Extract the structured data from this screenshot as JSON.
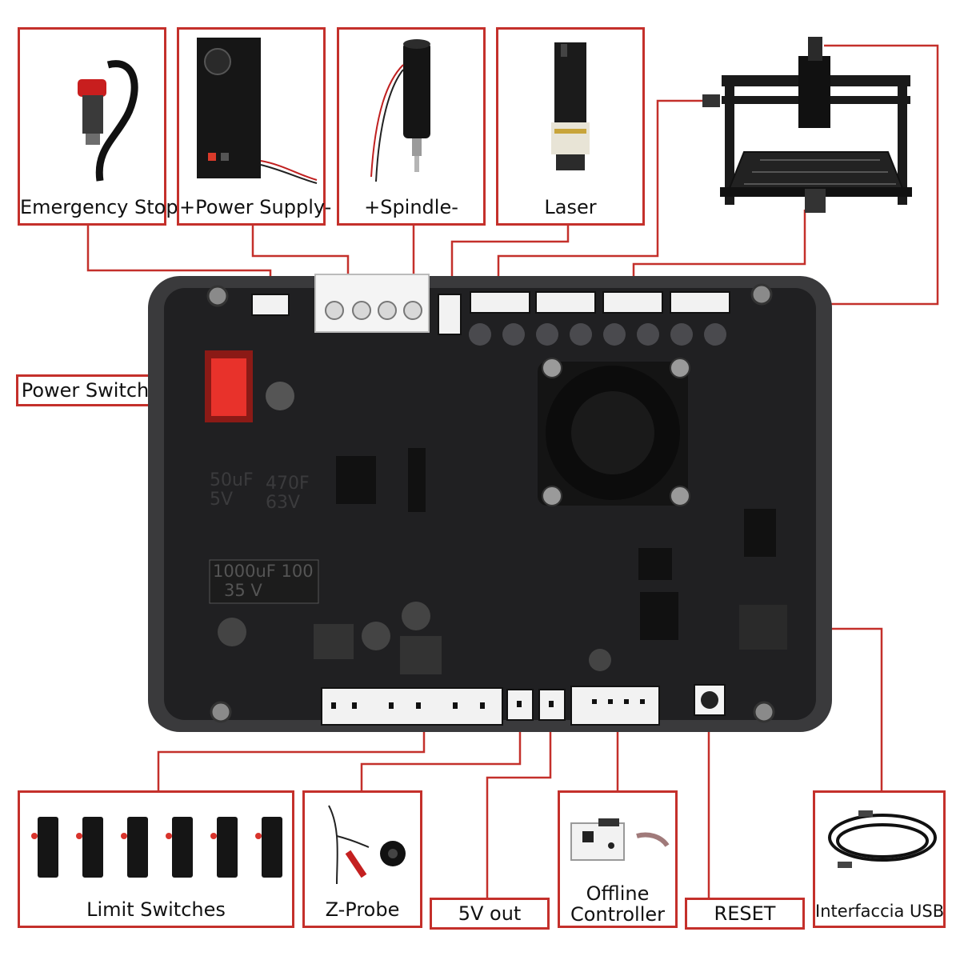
{
  "labels": {
    "emergency_stop": "Emergency Stop",
    "power_supply": "+Power Supply-",
    "spindle": "+Spindle-",
    "laser": "Laser",
    "power_switch": "Power Switch",
    "limit_switches": "Limit Switches",
    "z_probe": "Z-Probe",
    "five_v_out": "5V out",
    "offline_controller_line1": "Offline",
    "offline_controller_line2": "Controller",
    "reset": "RESET",
    "usb": "Interfaccia USB"
  },
  "board_silkscreen": {
    "cap1_top": "50uF",
    "cap1_bottom": "5V",
    "cap2_top": "470F",
    "cap2_bottom": "63V",
    "big_cap_top": "1000uF 100",
    "big_cap_bottom": "35 V"
  },
  "colors": {
    "accent_red": "#c4302b",
    "board_pcb": "#202022",
    "board_case": "#3a3a3c",
    "switch_red": "#e8322b"
  }
}
